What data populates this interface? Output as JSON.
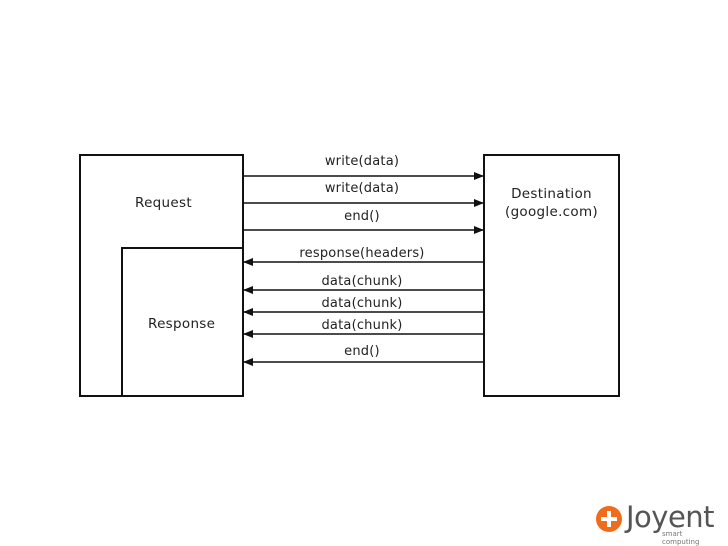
{
  "diagram": {
    "request_label": "Request",
    "response_label": "Response",
    "destination_label_line1": "Destination",
    "destination_label_line2": "(google.com)",
    "messages": {
      "m1": "write(data)",
      "m2": "write(data)",
      "m3": "end()",
      "m4": "response(headers)",
      "m5": "data(chunk)",
      "m6": "data(chunk)",
      "m7": "data(chunk)",
      "m8": "end()"
    }
  },
  "logo": {
    "word": "Joyent",
    "tagline": "smart computing",
    "brand_color": "#ee6c1c"
  }
}
